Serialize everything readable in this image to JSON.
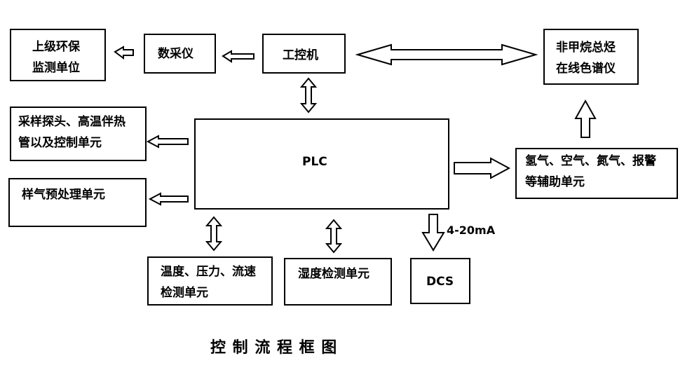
{
  "title": "控 制 流 程 框 图",
  "boxes": {
    "superior_unit": "上级环保\n监测单位",
    "data_acquisition": "数采仪",
    "ipc": "工控机",
    "gc_analyzer": "非甲烷总烃\n在线色谱仪",
    "sampling_probe": "采样探头、高温伴热\n管以及控制单元",
    "plc": "PLC",
    "sample_pretreatment": "样气预处理单元",
    "gas_aux": "氢气、空气、氮气、报警\n等辅助单元",
    "temp_pressure_flow": "温度、压力、流速\n检测单元",
    "humidity": "湿度检测单元",
    "dcs": "DCS"
  },
  "signal_label": "4-20mA"
}
